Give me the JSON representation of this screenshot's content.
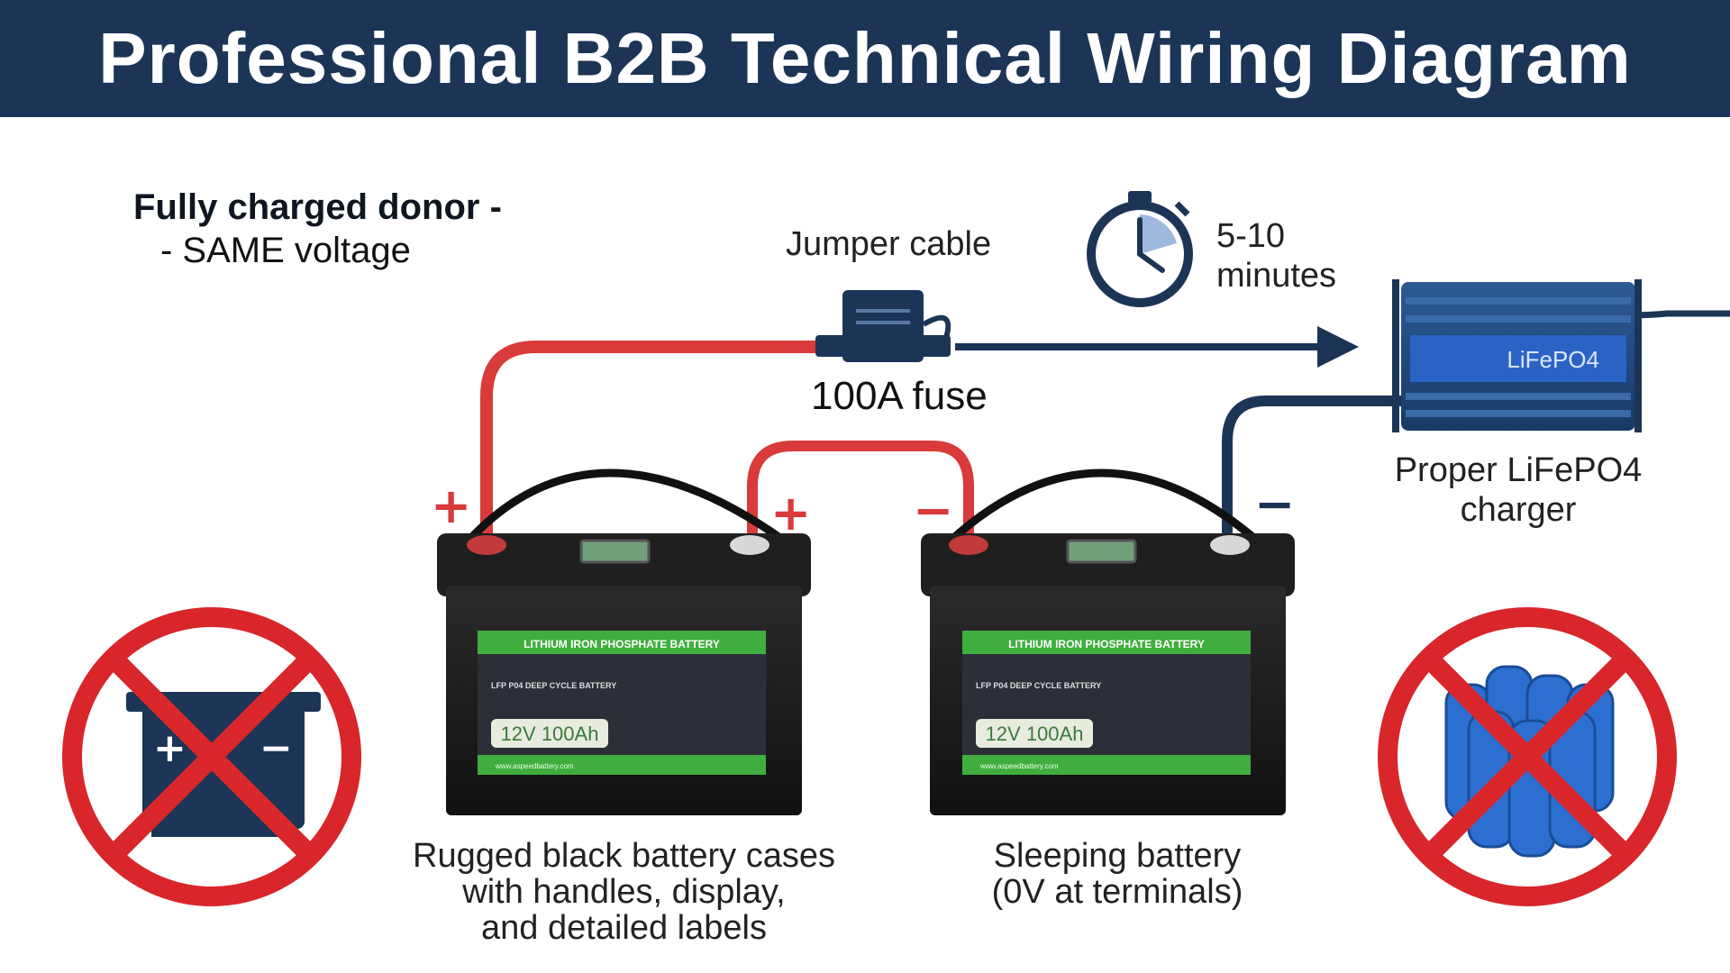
{
  "header": {
    "title": "Professional B2B Technical Wiring Diagram"
  },
  "donor": {
    "line1": "Fully charged donor -",
    "line2": "- SAME voltage"
  },
  "jumper": {
    "label": "Jumper cable"
  },
  "fuse": {
    "label": "100A fuse"
  },
  "timer": {
    "line1": "5-10",
    "line2": "minutes"
  },
  "charger": {
    "screen_text": "LiFePO4",
    "label_line1": "Proper LiFePO4",
    "label_line2": "charger"
  },
  "battery_left": {
    "banner": "LITHIUM IRON PHOSPHATE BATTERY",
    "model": "LFP P04 DEEP CYCLE BATTERY",
    "rating": "12V 100Ah",
    "website": "www.aspeedbattery.com",
    "caption_line1": "Rugged black battery cases",
    "caption_line2": "with handles, display,",
    "caption_line3": "and detailed labels"
  },
  "battery_right": {
    "banner": "LITHIUM IRON PHOSPHATE BATTERY",
    "model": "LFP P04 DEEP CYCLE BATTERY",
    "rating": "12V 100Ah",
    "website": "www.aspeedbattery.com",
    "caption_line1": "Sleeping battery",
    "caption_line2": "(0V at terminals)"
  },
  "terminals": {
    "plus": "+",
    "minus": "−"
  },
  "prohibited": {
    "left": "lead-acid-battery-icon",
    "right": "cylindrical-cells-icon"
  },
  "colors": {
    "header_bg": "#1c3557",
    "positive_cable": "#d93a3a",
    "negative_cable": "#1c3557",
    "battery_case": "#1a1a1a",
    "label_green": "#3fae3f",
    "prohibit_red": "#d8262b",
    "charger_blue": "#2a5ea8"
  }
}
